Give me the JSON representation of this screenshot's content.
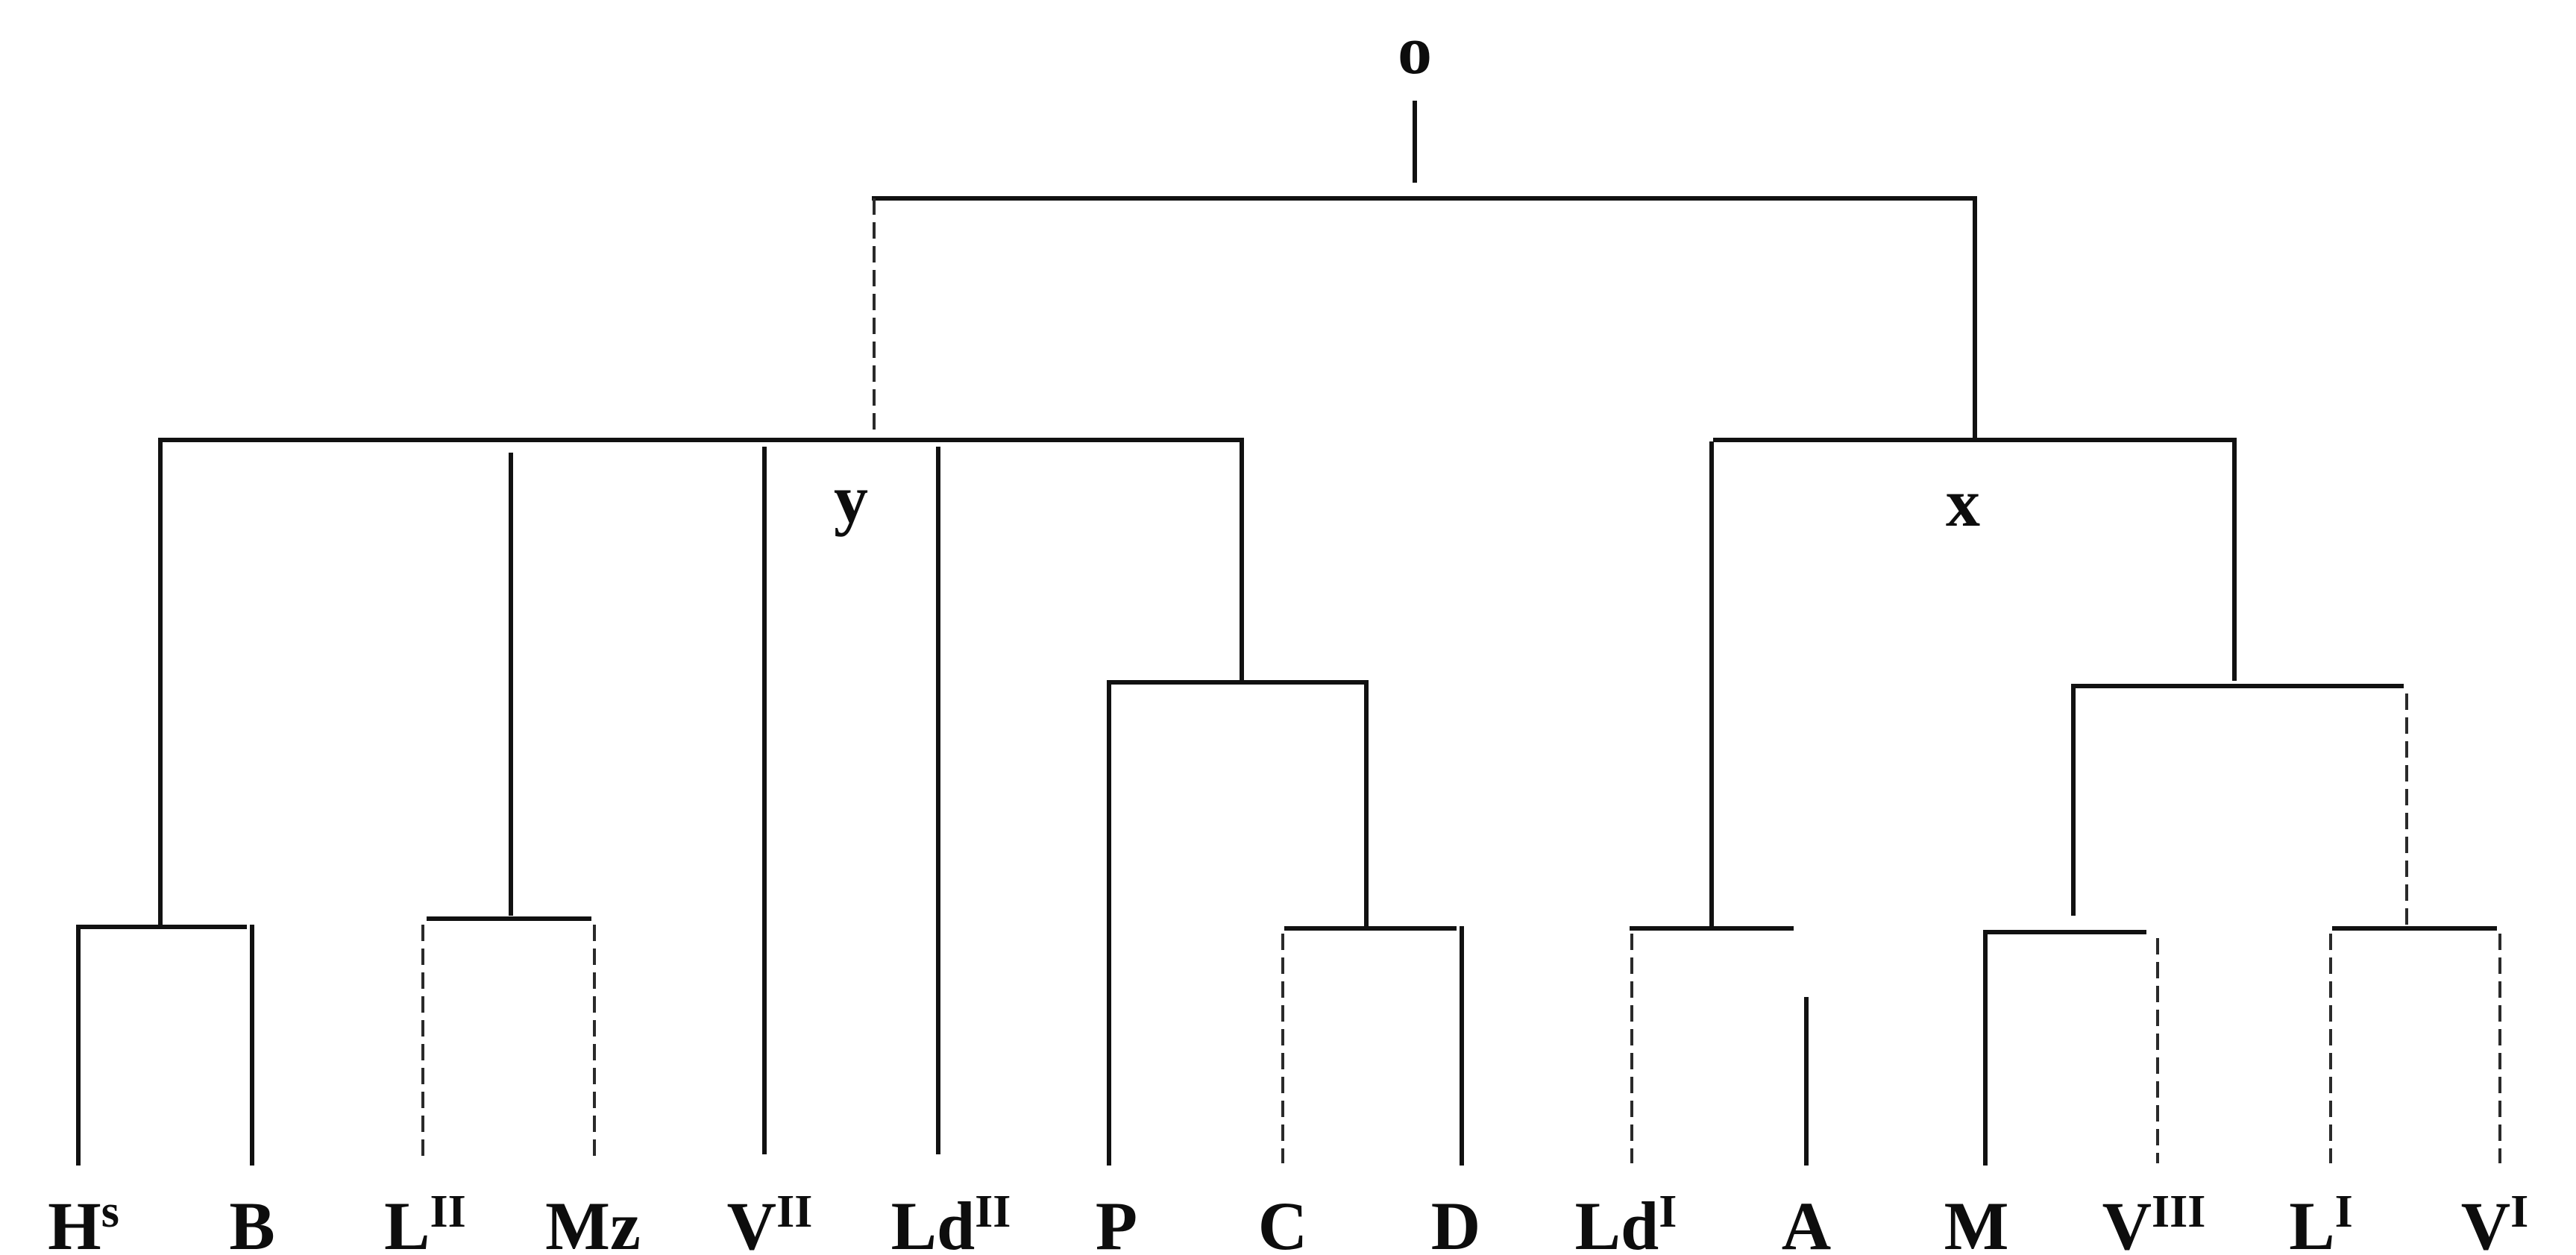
{
  "diagram": {
    "root": {
      "label": "o"
    },
    "hyparchetypes": [
      {
        "key": "y",
        "label": "y"
      },
      {
        "key": "x",
        "label": "x"
      }
    ],
    "witnesses": [
      {
        "key": "hs",
        "base": "H",
        "sup": "s"
      },
      {
        "key": "b",
        "base": "B",
        "sup": ""
      },
      {
        "key": "l2",
        "base": "L",
        "sup": "II"
      },
      {
        "key": "mz",
        "base": "Mz",
        "sup": ""
      },
      {
        "key": "v2",
        "base": "V",
        "sup": "II"
      },
      {
        "key": "ld2",
        "base": "Ld",
        "sup": "II"
      },
      {
        "key": "p",
        "base": "P",
        "sup": ""
      },
      {
        "key": "c",
        "base": "C",
        "sup": ""
      },
      {
        "key": "d",
        "base": "D",
        "sup": ""
      },
      {
        "key": "ld1",
        "base": "Ld",
        "sup": "I"
      },
      {
        "key": "a",
        "base": "A",
        "sup": ""
      },
      {
        "key": "m",
        "base": "M",
        "sup": ""
      },
      {
        "key": "v3",
        "base": "V",
        "sup": "III"
      },
      {
        "key": "l1",
        "base": "L",
        "sup": "I"
      },
      {
        "key": "v1",
        "base": "V",
        "sup": "I"
      }
    ]
  }
}
